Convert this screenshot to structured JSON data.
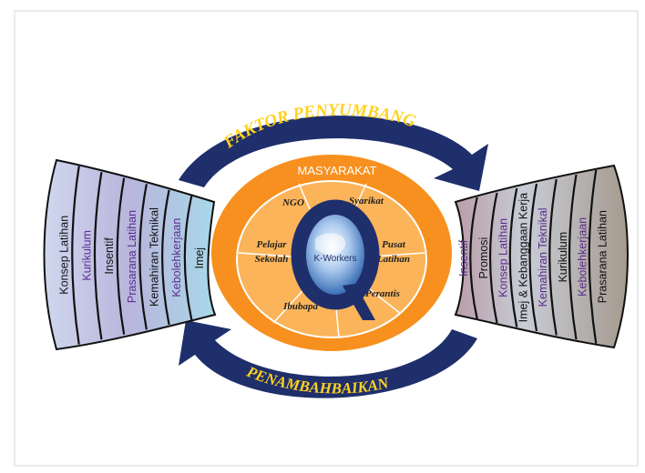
{
  "top_arrow_label": "FAKTOR PENYUMBANG",
  "bottom_arrow_label": "PENAMBAHBAIKAN",
  "ring_label": "MASYARAKAT",
  "center_label": "K-Workers",
  "segments": {
    "ngo": "NGO",
    "syarikat": "Syarikat",
    "pelajar_line1": "Pelajar",
    "pelajar_line2": "Sekolah",
    "pusat_line1": "Pusat",
    "pusat_line2": "Latihan",
    "ibubapa": "Ibubapa",
    "perantis": "Perantis"
  },
  "left_strips": [
    "Konsep Latihan",
    "Kurikulum",
    "Insentif",
    "Prasarana Latihan",
    "Kemahiran Teknikal",
    "Kebolehkerjaan",
    "Imej"
  ],
  "right_strips": [
    "Insentif",
    "Promosi",
    "Konsep Latihan",
    "Imej & Kebanggaan Kerja",
    "Kemahiran Teknikal",
    "Kurikulum",
    "Kebolehkerjaan",
    "Prasarana Latihan"
  ],
  "colors": {
    "navy": "#1f2f6b",
    "orange": "#f7901e",
    "light_orange": "#fbb45a",
    "purple_text": "#5a2d91",
    "yellow_text": "#ffd21f"
  }
}
